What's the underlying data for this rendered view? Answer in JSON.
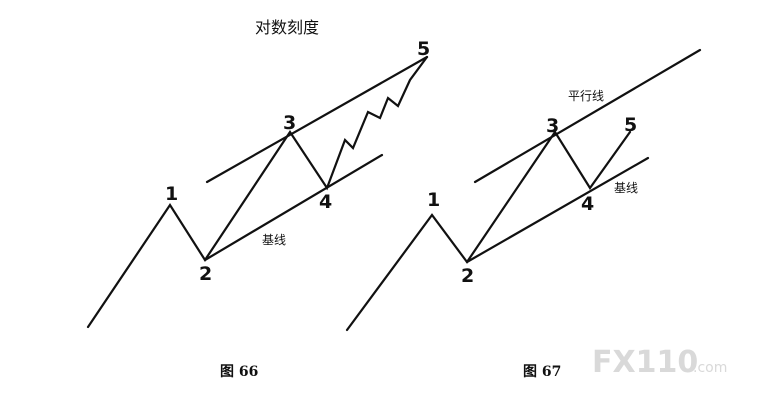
{
  "figure66": {
    "title": "对数刻度",
    "points": {
      "p1": "1",
      "p2": "2",
      "p3": "3",
      "p4": "4",
      "p5": "5"
    },
    "baseline_label": "基线",
    "caption": "图 66"
  },
  "figure67": {
    "points": {
      "p1": "1",
      "p2": "2",
      "p3": "3",
      "p4": "4",
      "p5": "5"
    },
    "parallel_label": "平行线",
    "baseline_label": "基线",
    "caption": "图 67"
  },
  "watermark": {
    "main": "FX110",
    "suffix": ".com"
  }
}
